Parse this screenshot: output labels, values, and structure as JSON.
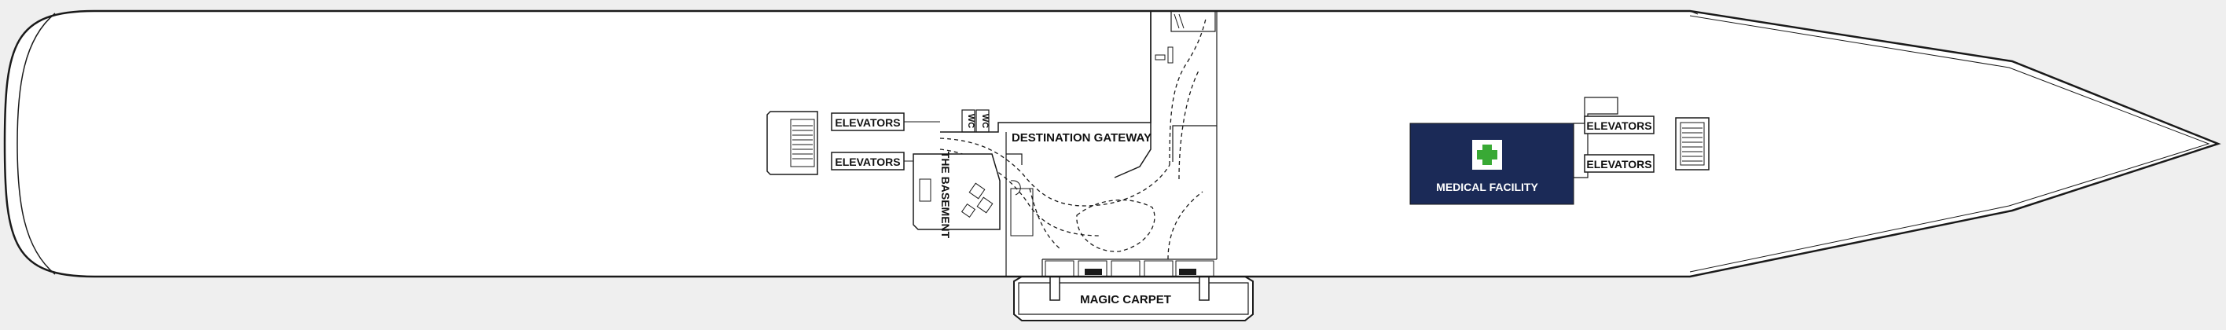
{
  "deck": {
    "labels": {
      "elevators_aft_upper": "ELEVATORS",
      "elevators_aft_lower": "ELEVATORS",
      "wc_upper": "WC",
      "wc_lower": "WC",
      "destination_gateway": "DESTINATION GATEWAY",
      "the_basement": "THE BASEMENT",
      "medical_facility": "MEDICAL FACILITY",
      "elevators_fwd_upper": "ELEVATORS",
      "elevators_fwd_lower": "ELEVATORS",
      "magic_carpet": "MAGIC CARPET"
    },
    "icons": {
      "medical": "medical-cross-icon",
      "stairs": "stairs-icon"
    }
  },
  "colors": {
    "background": "#efefef",
    "hull_fill": "#ffffff",
    "outline": "#1a1a1a",
    "medical_facility": "#1b2a57",
    "medical_cross": "#39a935",
    "medical_text": "#ffffff"
  }
}
